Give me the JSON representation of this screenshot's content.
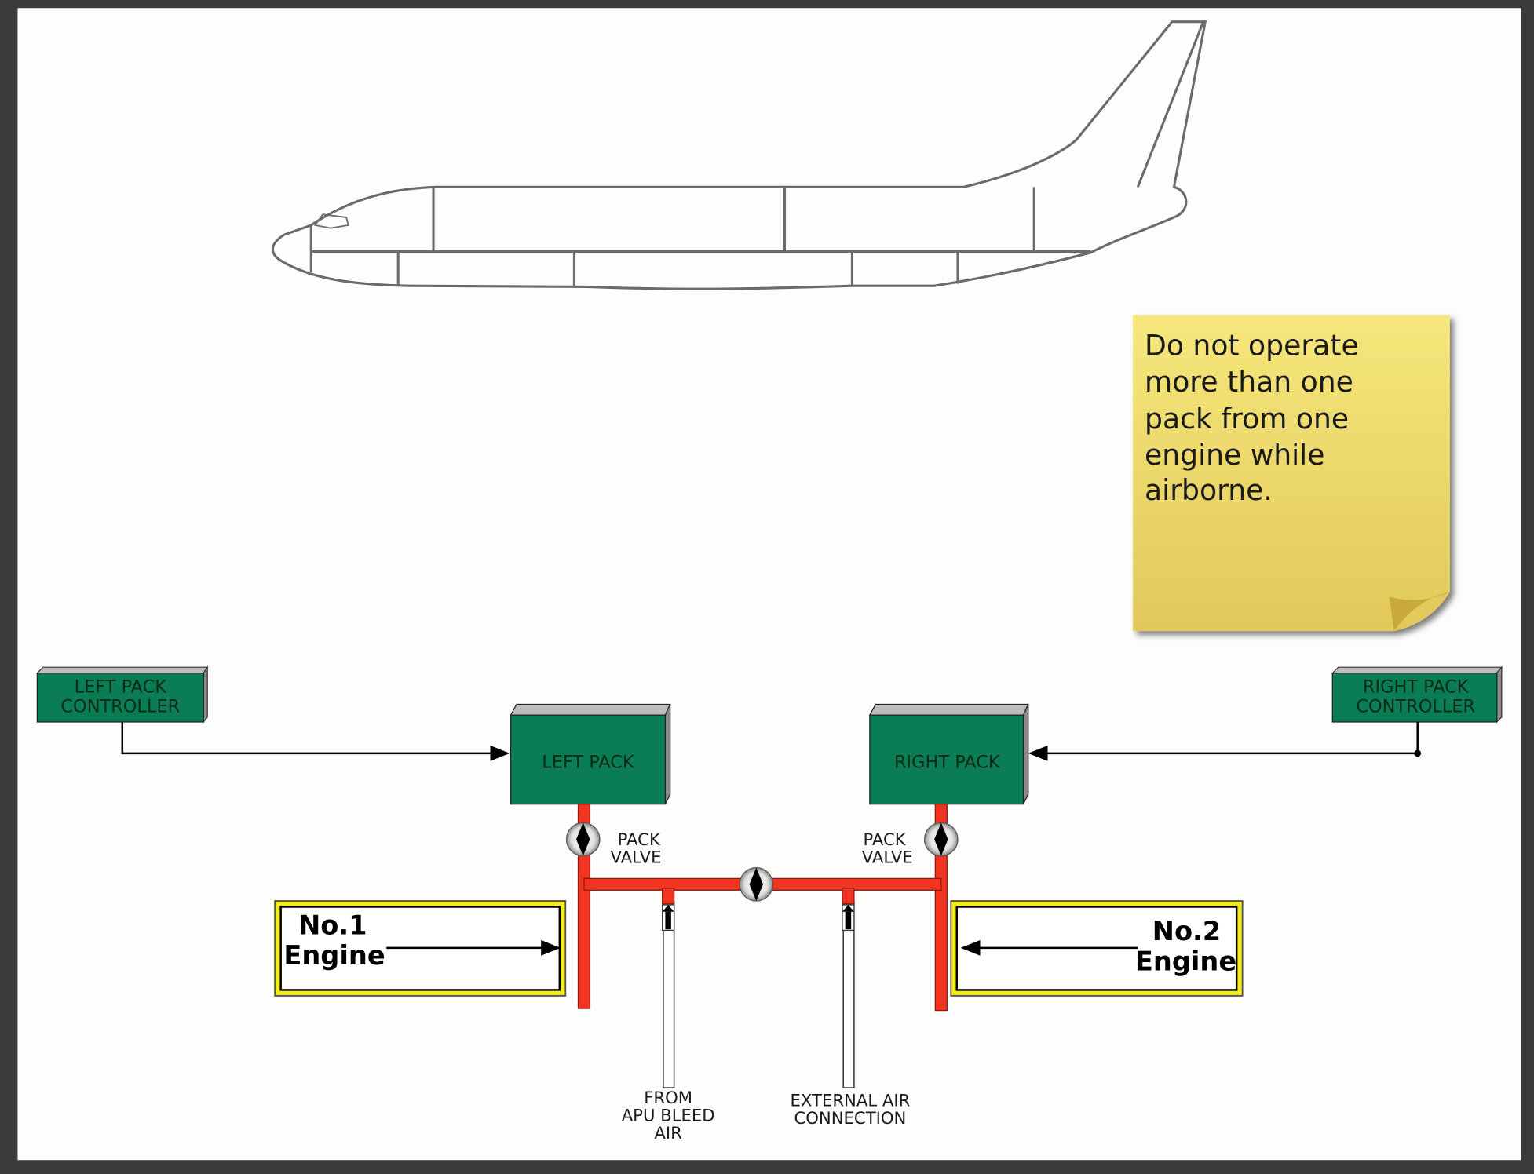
{
  "left_controller": {
    "line1": "LEFT PACK",
    "line2": "CONTROLLER"
  },
  "right_controller": {
    "line1": "RIGHT PACK",
    "line2": "CONTROLLER"
  },
  "left_pack": "LEFT PACK",
  "right_pack": "RIGHT PACK",
  "left_valve": {
    "line1": "PACK",
    "line2": "VALVE"
  },
  "right_valve": {
    "line1": "PACK",
    "line2": "VALVE"
  },
  "engine1": {
    "line1": "No.1",
    "line2": "Engine"
  },
  "engine2": {
    "line1": "No.2",
    "line2": "Engine"
  },
  "apu": {
    "line1": "FROM",
    "line2": "APU BLEED",
    "line3": "AIR"
  },
  "external": {
    "line1": "EXTERNAL AIR",
    "line2": "CONNECTION"
  },
  "note": {
    "lines": [
      "Do not operate",
      "more than one",
      "pack from one",
      "engine while",
      "airborne."
    ]
  },
  "colors": {
    "pack_green": "#0b7d55",
    "pipe_red": "#f2331f",
    "engine_border": "#f5ec1c",
    "note_yellow": "#f0dc6a"
  }
}
